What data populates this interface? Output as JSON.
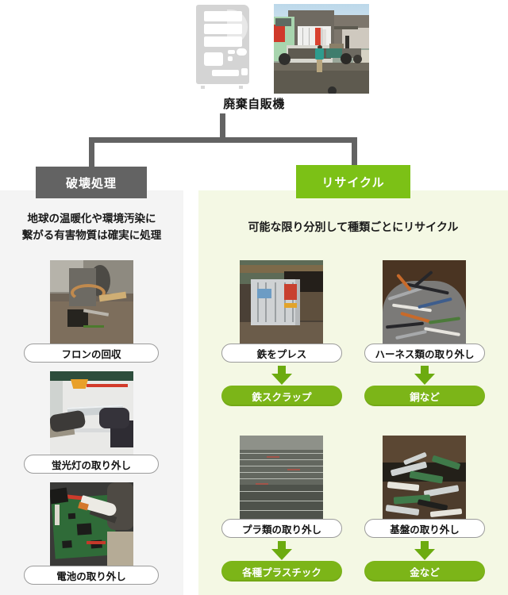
{
  "diagram": {
    "root": {
      "label": "廃棄自販機",
      "icon": "vending-machine-icon",
      "photo_caption": "truck-unloading-vending-machines-photo"
    },
    "branches": [
      {
        "id": "destroy",
        "tag": "破壊処理",
        "tag_color": "#636363",
        "panel_color": "#f4f4f4",
        "lead_line1": "地球の温暖化や環境汚染に",
        "lead_line2": "繋がる有害物質は確実に処理",
        "items": [
          {
            "label": "フロンの回収",
            "photo": "compressor-refrigeration-unit-photo"
          },
          {
            "label": "蛍光灯の取り外し",
            "photo": "fluorescent-lamp-removal-photo"
          },
          {
            "label": "電池の取り外し",
            "photo": "circuit-board-with-cutters-photo"
          }
        ]
      },
      {
        "id": "recycle",
        "tag": "リサイクル",
        "tag_color": "#7cc116",
        "panel_color": "#f4f8e4",
        "lead_line1": "可能な限り分別して種類ごとにリサイクル",
        "items": [
          {
            "label": "鉄をプレス",
            "photo": "pressed-steel-bale-photo",
            "arrow": "down-arrow-icon",
            "result": "鉄スクラップ"
          },
          {
            "label": "ハーネス類の取り外し",
            "photo": "wire-harness-pile-photo",
            "arrow": "down-arrow-icon",
            "result": "銅など"
          },
          {
            "label": "プラ類の取り外し",
            "photo": "stacked-plastic-panels-photo",
            "arrow": "down-arrow-icon",
            "result": "各種プラスチック"
          },
          {
            "label": "基盤の取り外し",
            "photo": "circuit-board-scrap-photo",
            "arrow": "down-arrow-icon",
            "result": "金など"
          }
        ]
      }
    ]
  }
}
